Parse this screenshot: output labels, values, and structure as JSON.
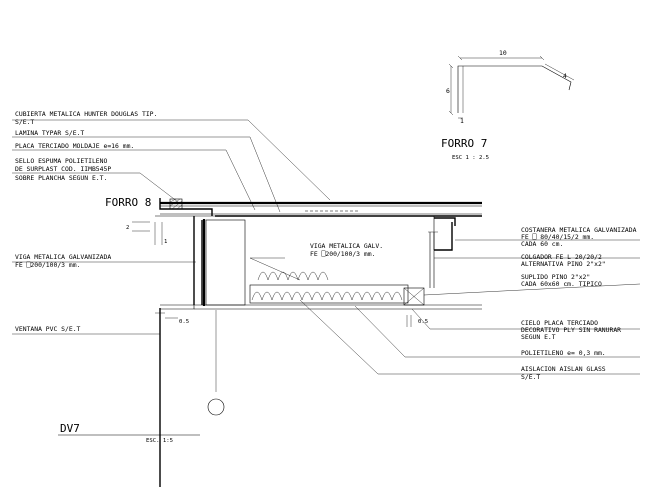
{
  "forro7": {
    "title": "FORRO 7",
    "scale": "ESC   1 : 2.5",
    "dim_top": "10",
    "dim_left": "6",
    "dim_right": "4",
    "dim_small": "1"
  },
  "forro8": {
    "label": "FORRO 8"
  },
  "detail": {
    "title": "DV7",
    "scale": "ESC. 1:5"
  },
  "dims": {
    "left_05": "0.5",
    "right_05": "0.5",
    "small_2": "2",
    "small_1": "1"
  },
  "labels_left": {
    "cubierta": [
      "CUBIERTA METALICA HUNTER DOUGLAS TIP.",
      "S/E.T"
    ],
    "lamina": [
      "LAMINA TYPAR S/E.T"
    ],
    "placa": [
      "PLACA TERCIADO MOLDAJE e=16 mm."
    ],
    "sello": [
      "SELLO ESPUMA POLIETILENO",
      "DE SURPLAST COD. IIMB545P",
      "SOBRE PLANCHA SEGUN E.T."
    ],
    "viga": [
      "VIGA METALICA GALVANIZADA",
      "FE ⎕200/100/3 mm."
    ],
    "ventana": [
      "VENTANA PVC S/E.T"
    ]
  },
  "labels_center": {
    "viga_galv": [
      "VIGA METALICA GALV.",
      "FE ⎕200/100/3 mm."
    ]
  },
  "labels_right": {
    "costanera": [
      "COSTANERA METALICA GALVANIZADA",
      "FE ⎕ 80/40/15/2 mm.",
      "CADA 60 cm."
    ],
    "colgador": [
      "COLGADOR FE L 20/20/2",
      "ALTERNATIVA PINO 2\"x2\""
    ],
    "suplido": [
      "SUPLIDO PINO 2\"x2\"",
      "CADA 60x60 cm. TIPICO"
    ],
    "cielo": [
      "CIELO PLACA TERCIADO",
      "DECORATIVO PLY SIN RANURAR",
      "SEGUN E.T"
    ],
    "polietileno": [
      "POLIETILENO e= 0,3 mm."
    ],
    "aislacion": [
      "AISLACION AISLAN GLASS",
      "S/E.T"
    ]
  }
}
